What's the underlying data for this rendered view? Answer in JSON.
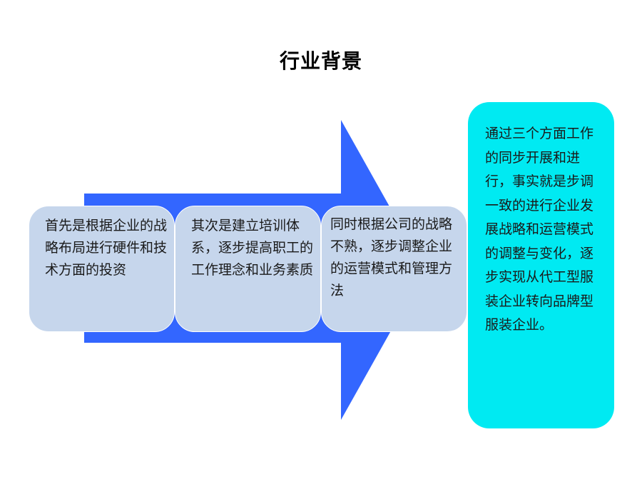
{
  "slide": {
    "title": "行业背景"
  },
  "colors": {
    "arrow": "#3366ff",
    "box_fill": "#c6d6ec",
    "summary_fill": "#00eaf2"
  },
  "steps": [
    {
      "text": "首先是根据企业的战略布局进行硬件和技术方面的投资"
    },
    {
      "text": "其次是建立培训体系，逐步提高职工的工作理念和业务素质"
    },
    {
      "text": "同时根据公司的战略不熟，逐步调整企业的运营模式和管理方法"
    }
  ],
  "summary": {
    "text": "通过三个方面工作的同步开展和进行，事实就是步调一致的进行企业发展战略和运营模式的调整与变化，逐步实现从代工型服装企业转向品牌型服装企业。"
  }
}
